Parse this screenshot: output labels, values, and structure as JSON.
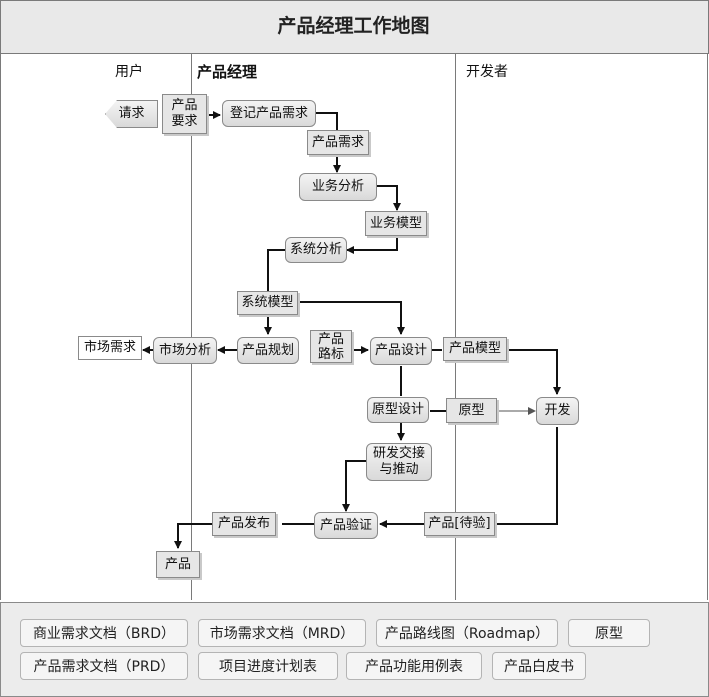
{
  "title": "产品经理工作地图",
  "lanes": {
    "user": "用户",
    "pm": "产品经理",
    "dev": "开发者"
  },
  "nodes": {
    "request": "请求",
    "product_req_line1": "产品",
    "product_req_line2": "要求",
    "register_req": "登记产品需求",
    "product_need": "产品需求",
    "biz_analysis": "业务分析",
    "biz_model": "业务模型",
    "sys_analysis": "系统分析",
    "sys_model": "系统模型",
    "market_need": "市场需求",
    "market_analysis": "市场分析",
    "product_plan": "产品规划",
    "roadmap_line1": "产品",
    "roadmap_line2": "路标",
    "product_design": "产品设计",
    "product_model": "产品模型",
    "develop": "开发",
    "proto_design": "原型设计",
    "prototype": "原型",
    "rd_handover_line1": "研发交接",
    "rd_handover_line2": "与推动",
    "product_pending": "产品[待验]",
    "product_verify": "产品验证",
    "product_release": "产品发布",
    "product": "产品"
  },
  "documents": [
    "商业需求文档（BRD）",
    "市场需求文档（MRD）",
    "产品路线图（Roadmap）",
    "原型",
    "产品需求文档（PRD）",
    "项目进度计划表",
    "产品功能用例表",
    "产品白皮书"
  ]
}
